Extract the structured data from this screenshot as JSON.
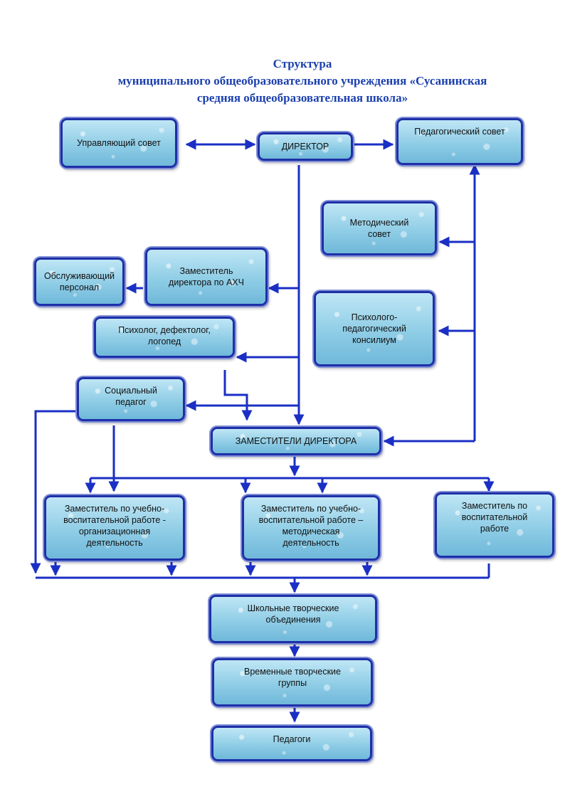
{
  "title": {
    "line1": "Структура",
    "line2": "муниципального общеобразовательного учреждения «Сусанинская",
    "line3": "средняя общеобразовательная школа»"
  },
  "boxes": {
    "managing_council": "Управляющий совет",
    "director": "ДИРЕКТОР",
    "pedagogical_council": "Педагогический совет",
    "methodical_council": "Методический\nсовет",
    "service_staff": "Обслуживающий\nперсонал",
    "deputy_ahch": "Заместитель\nдиректора по АХЧ",
    "psych_council": "Психолого-\nпедагогический\nконсилиум",
    "psychologist": "Психолог, дефектолог,\nлогопед",
    "social_pedagogue": "Социальный\nпедагог",
    "deputies": "ЗАМЕСТИТЕЛИ ДИРЕКТОРА",
    "deputy_org": "Заместитель по учебно-\nвоспитательной работе -\nорганизационная\nдеятельность",
    "deputy_method": "Заместитель по учебно-\nвоспитательной работе –\nметодическая\nдеятельность",
    "deputy_edu": "Заместитель по\nвоспитательной\nработе",
    "creative_unions": "Школьные творческие\nобъединения",
    "temp_groups": "Временные творческие\nгруппы",
    "teachers": "Педагоги"
  },
  "colors": {
    "line": "#1a2fc4",
    "border": "#1e2fa8",
    "title": "#1a3fae"
  }
}
